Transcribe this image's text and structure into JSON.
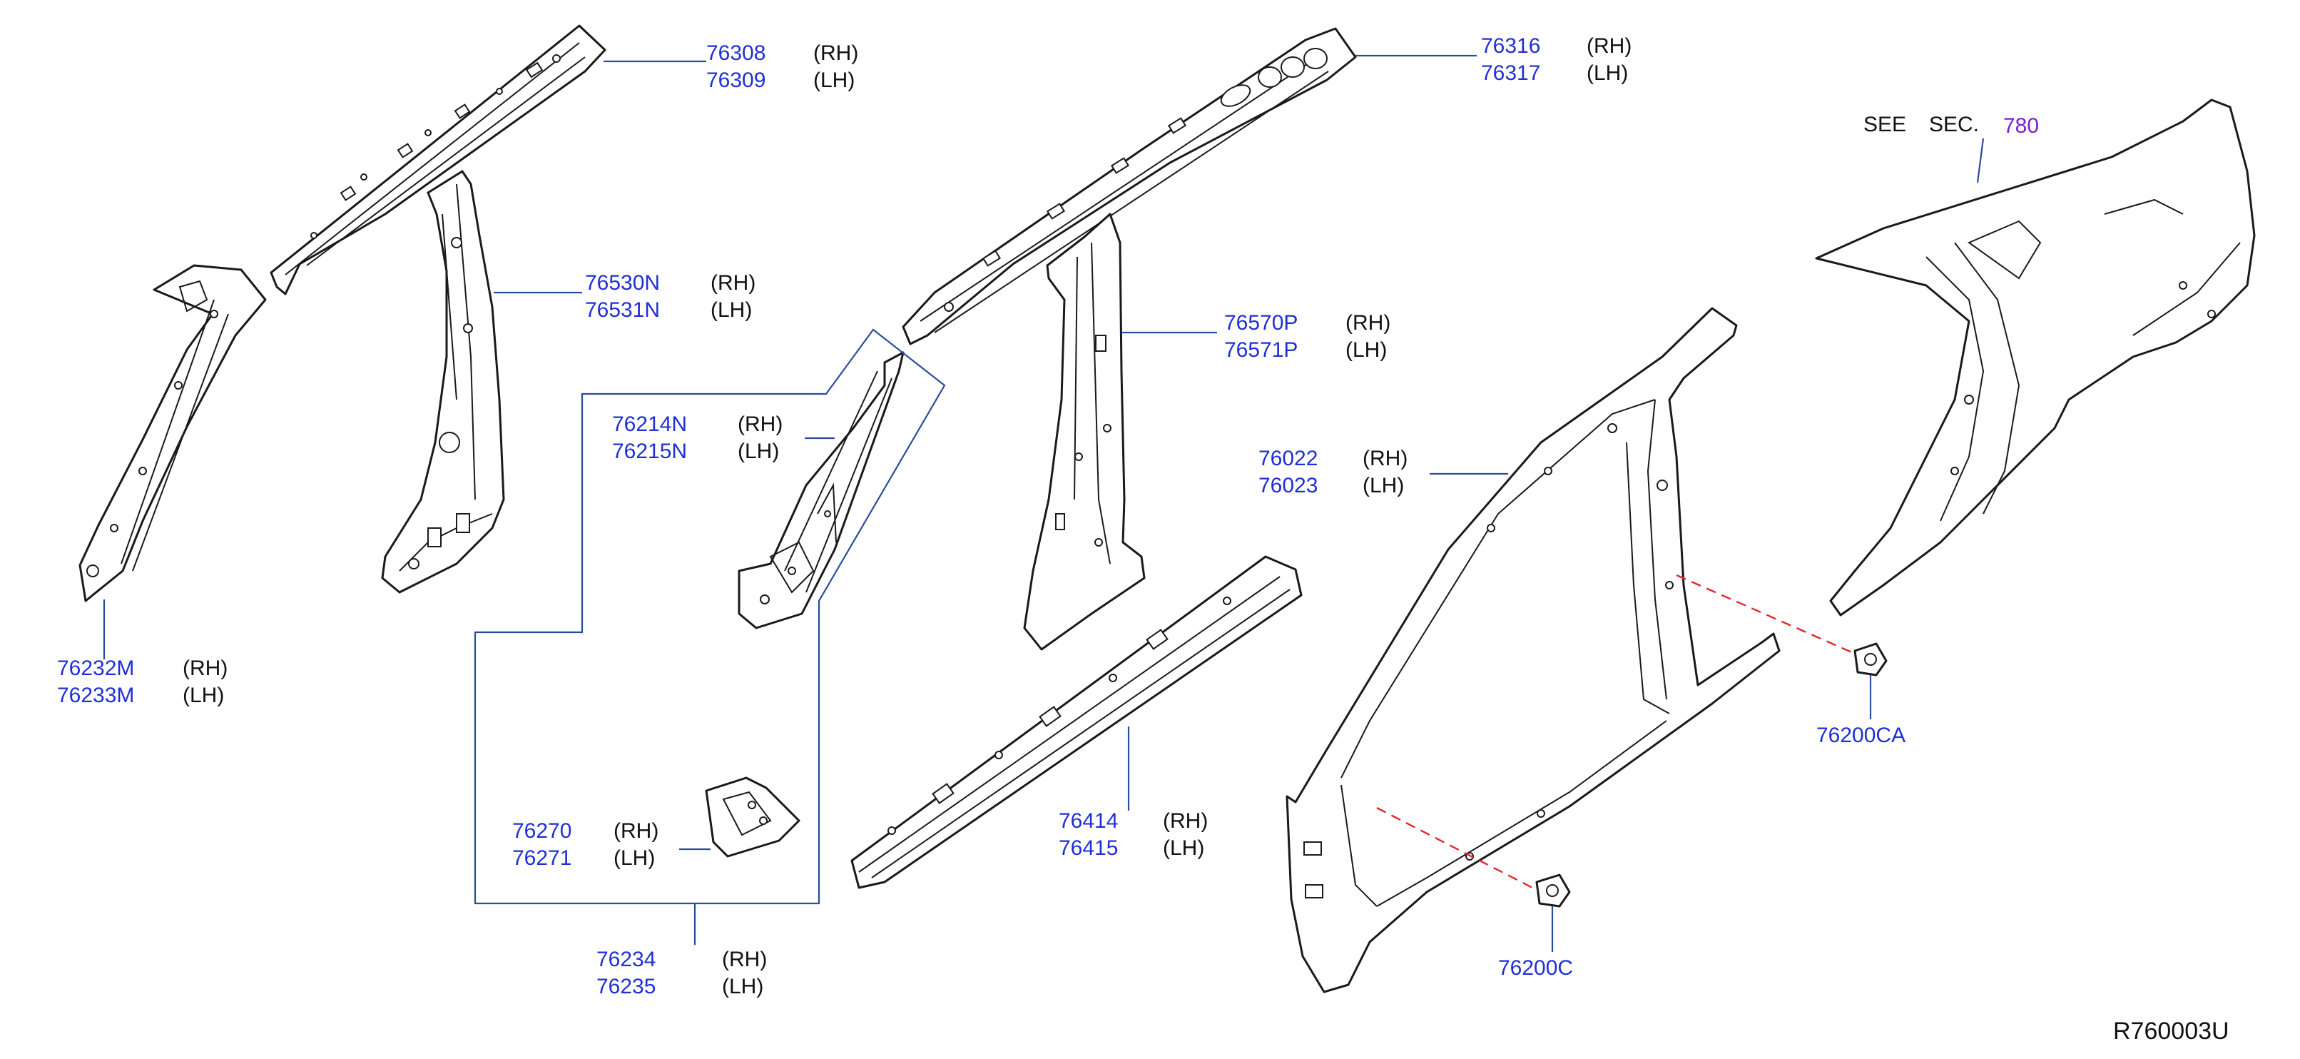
{
  "callouts": [
    {
      "id": "c1",
      "rows": [
        {
          "part": "76308",
          "side": "(RH)"
        },
        {
          "part": "76309",
          "side": "(LH)"
        }
      ]
    },
    {
      "id": "c2",
      "rows": [
        {
          "part": "76316",
          "side": "(RH)"
        },
        {
          "part": "76317",
          "side": "(LH)"
        }
      ]
    },
    {
      "id": "c3",
      "rows": [
        {
          "part": "76530N",
          "side": "(RH)"
        },
        {
          "part": "76531N",
          "side": "(LH)"
        }
      ]
    },
    {
      "id": "c4",
      "rows": [
        {
          "part": "76570P",
          "side": "(RH)"
        },
        {
          "part": "76571P",
          "side": "(LH)"
        }
      ]
    },
    {
      "id": "c5",
      "rows": [
        {
          "part": "76214N",
          "side": "(RH)"
        },
        {
          "part": "76215N",
          "side": "(LH)"
        }
      ]
    },
    {
      "id": "c6",
      "rows": [
        {
          "part": "76022",
          "side": "(RH)"
        },
        {
          "part": "76023",
          "side": "(LH)"
        }
      ]
    },
    {
      "id": "c7",
      "rows": [
        {
          "part": "76232M",
          "side": "(RH)"
        },
        {
          "part": "76233M",
          "side": "(LH)"
        }
      ]
    },
    {
      "id": "c8",
      "rows": [
        {
          "part": "76270",
          "side": "(RH)"
        },
        {
          "part": "76271",
          "side": "(LH)"
        }
      ]
    },
    {
      "id": "c9",
      "rows": [
        {
          "part": "76414",
          "side": "(RH)"
        },
        {
          "part": "76415",
          "side": "(LH)"
        }
      ]
    },
    {
      "id": "c10",
      "rows": [
        {
          "part": "76234",
          "side": "(RH)"
        },
        {
          "part": "76235",
          "side": "(LH)"
        }
      ]
    }
  ],
  "clip_callouts": [
    {
      "part": "76200CA"
    },
    {
      "part": "76200C"
    }
  ],
  "see_section": {
    "see": "SEE",
    "sec": "SEC.",
    "number": "780"
  },
  "reference_code": "R760003U",
  "colors": {
    "part_number": "#1f2fd6",
    "side_text": "#111111",
    "section_link": "#7a1fd6",
    "leader_line": "#2b4c9a",
    "hidden_line": "#e0282a",
    "drawing_line": "#1a1a1a"
  }
}
